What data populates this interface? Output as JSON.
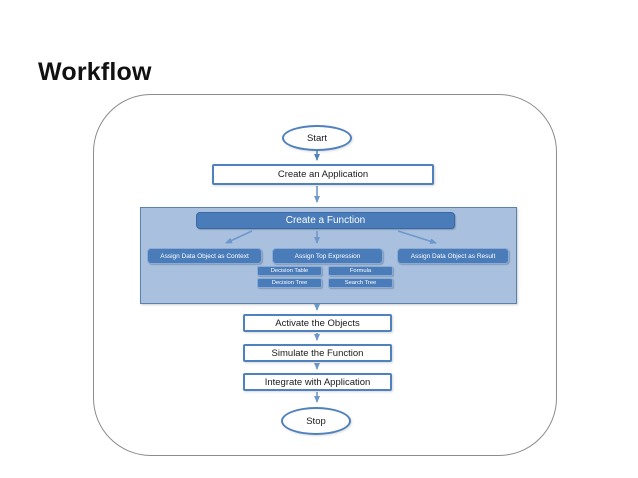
{
  "slide": {
    "title": "Workflow",
    "background": "#ffffff"
  },
  "flowchart": {
    "nodes": {
      "start": "Start",
      "create_application": "Create an Application",
      "create_function": "Create a Function",
      "assign_context": "Assign Data Object as Context",
      "assign_top_expression": "Assign Top Expression",
      "assign_result": "Assign Data Object as Result",
      "activate_objects": "Activate the Objects",
      "simulate_function": "Simulate the Function",
      "integrate_application": "Integrate with Application",
      "stop": "Stop"
    },
    "expression_types": [
      "Decision Table",
      "Formula",
      "Decision Tree",
      "Search Tree"
    ],
    "colors": {
      "node_border": "#4f81bd",
      "group_fill": "#a9c1df",
      "group_border": "#5b82ad",
      "blue_node_fill": "#4a7cba",
      "blue_node_border": "#8aabd3",
      "arrow_dark": "#5584bd",
      "arrow_light": "#6d98cb",
      "outer_frame_border": "#8c8c8c",
      "title_color": "#111111"
    }
  }
}
